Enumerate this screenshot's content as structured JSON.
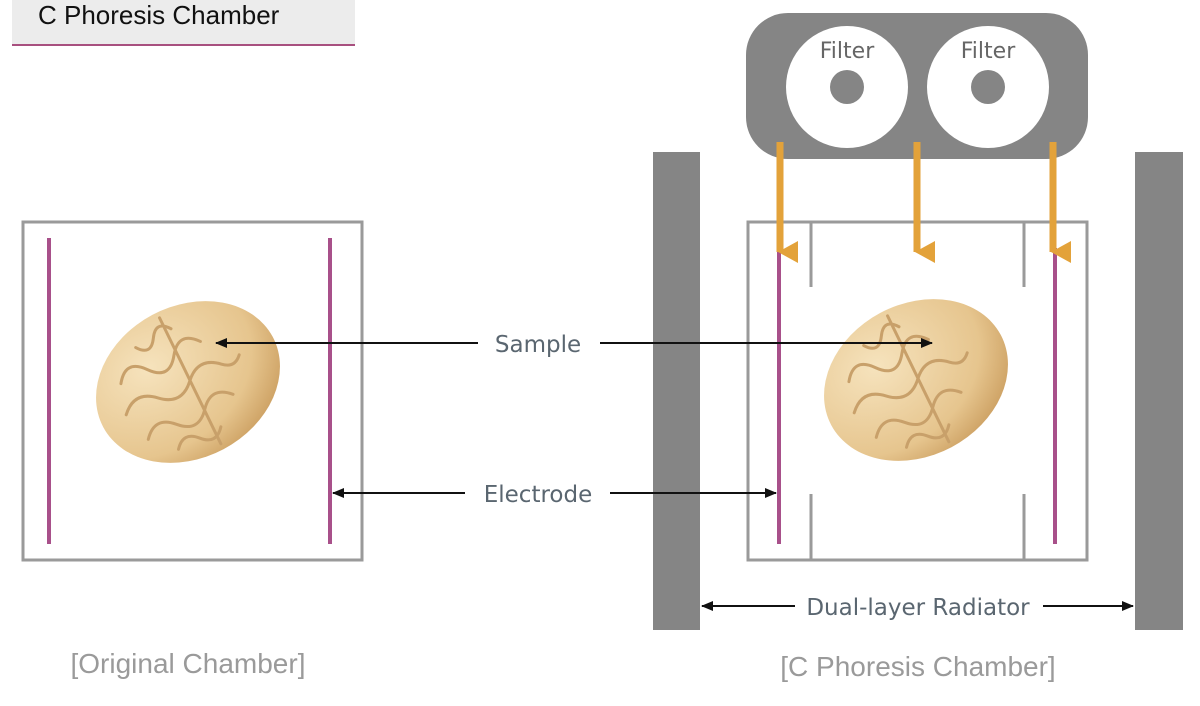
{
  "header": {
    "title": "C Phoresis Chamber"
  },
  "labels": {
    "sample": "Sample",
    "electrode": "Electrode",
    "radiator": "Dual-layer Radiator"
  },
  "filters": [
    "Filter",
    "Filter"
  ],
  "captions": {
    "original": "[Original Chamber]",
    "cphoresis": "[C Phoresis Chamber]"
  },
  "colors": {
    "electrode": "#a8508a",
    "arrow_flow": "#e3a23a",
    "radiator": "#858585",
    "chamber_border": "#9a9a9a",
    "brain": "#e9cd9a"
  }
}
